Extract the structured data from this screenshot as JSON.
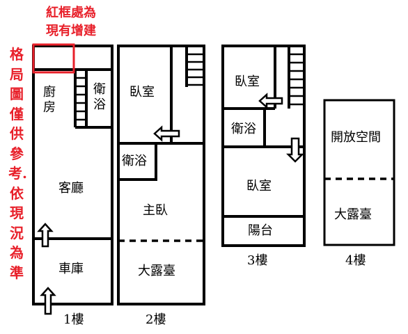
{
  "notice": {
    "vertical_text": "格局圖僅供參考.依現況為準",
    "line1": "紅框處為",
    "line2": "現有增建",
    "color": "#e8202a"
  },
  "floors": [
    {
      "label": "1樓",
      "rooms": [
        "廚房",
        "衛浴",
        "客廳",
        "車庫"
      ]
    },
    {
      "label": "2樓",
      "rooms": [
        "臥室",
        "衛浴",
        "主臥",
        "大露臺"
      ]
    },
    {
      "label": "3樓",
      "rooms": [
        "臥室",
        "衛浴",
        "臥室",
        "陽台"
      ]
    },
    {
      "label": "4樓",
      "rooms": [
        "開放空間",
        "大露臺"
      ]
    }
  ]
}
